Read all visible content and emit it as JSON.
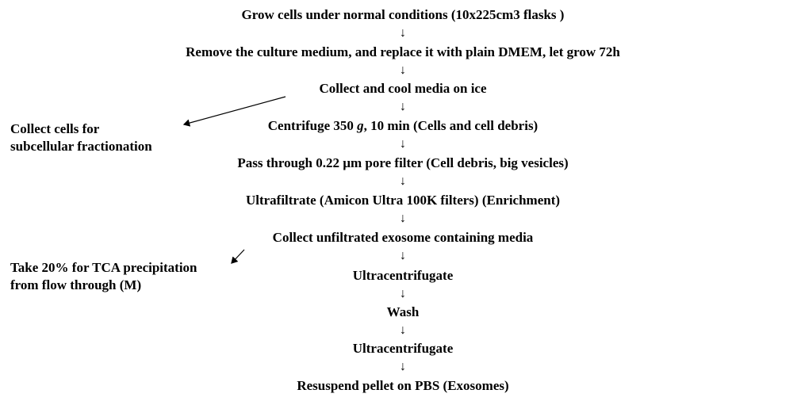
{
  "steps": [
    "Grow cells under normal  conditions (10x225cm3 flasks )",
    "Remove the culture medium, and replace it with plain DMEM, let grow 72h",
    "Collect  and cool media on ice",
    "Centrifuge 350 g, 10 min (Cells and cell debris)",
    "Pass through 0.22 µm pore filter (Cell debris, big vesicles)",
    "Ultrafiltrate (Amicon Ultra 100K filters) (Enrichment)",
    "Collect unfiltrated exosome containing media",
    "Ultracentrifugate",
    "Wash",
    "Ultracentrifugate",
    "Resuspend pellet on PBS (Exosomes)"
  ],
  "arrow_glyph": "↓",
  "side_notes": {
    "cells": [
      "Collect cells for",
      "subcellular  fractionation"
    ],
    "tca": [
      "Take 20% for  TCA precipitation",
      "from flow through (M)"
    ]
  }
}
